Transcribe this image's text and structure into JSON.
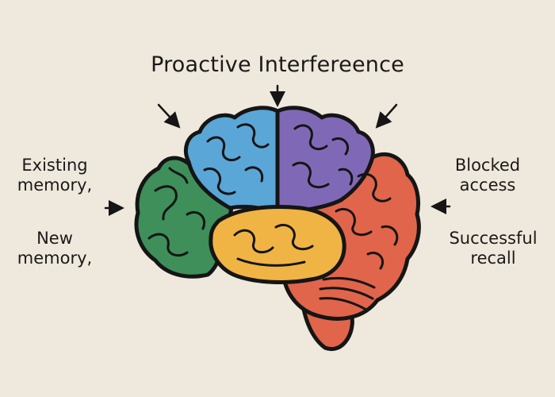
{
  "title": "Proactive Interfereence",
  "labels": {
    "existing": "Existing\nmemory,",
    "new": "New\nmemory,",
    "blocked": "Blocked\naccess",
    "success": "Successful\nrecall"
  },
  "colors": {
    "background": "#efe8dc",
    "frontal_lobe": "#3e8f5a",
    "parietal_left": "#5aa6d6",
    "parietal_right": "#7f69b7",
    "occipital_lobe": "#e0654b",
    "temporal_lobe": "#f0b445",
    "cerebellum": "#e0654b",
    "outline": "#151515"
  }
}
